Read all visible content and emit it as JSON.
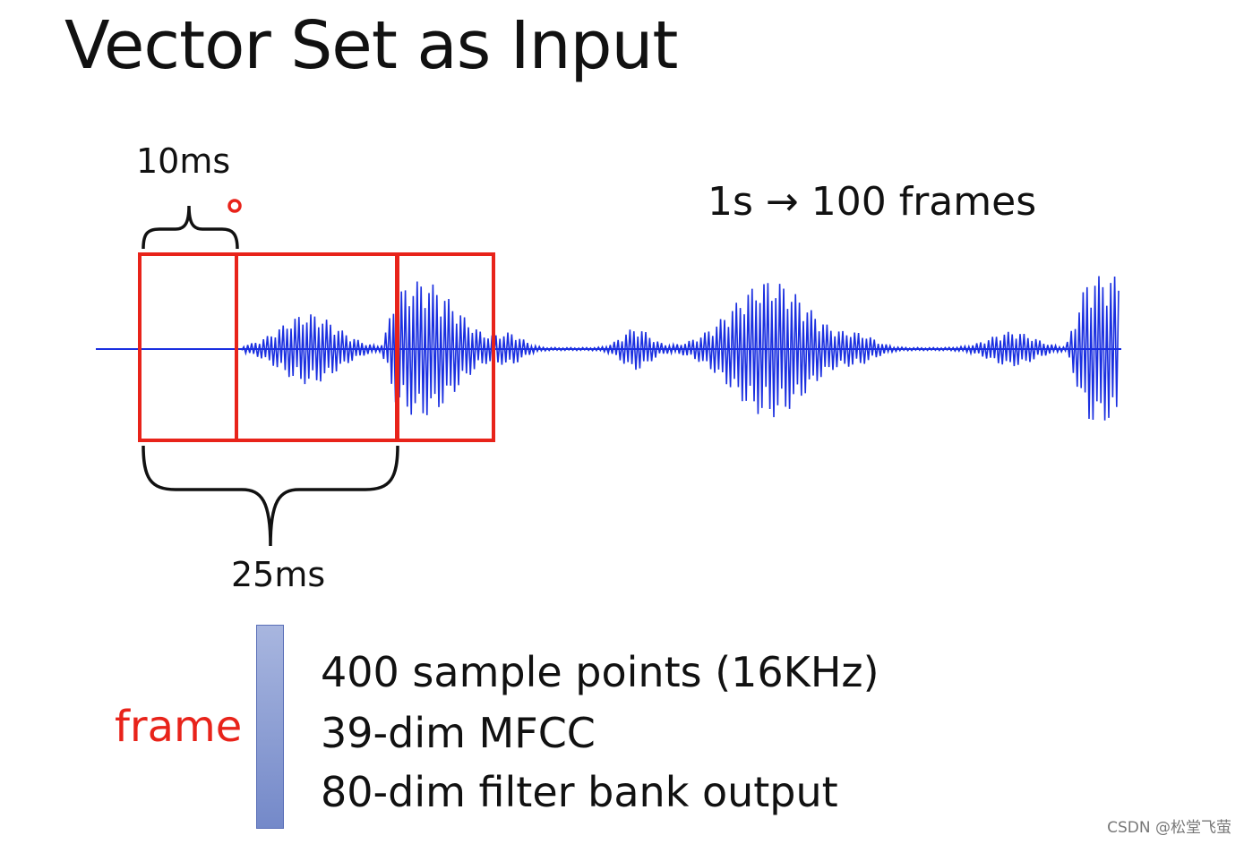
{
  "slide": {
    "title": "Vector Set as Input",
    "shift_label": "10ms",
    "window_label": "25ms",
    "rate_label": "1s → 100 frames",
    "frame_label": "frame",
    "features": [
      "400 sample points (16KHz)",
      "39-dim MFCC",
      "80-dim filter bank output"
    ],
    "watermark": "CSDN @松堂飞萤"
  },
  "colors": {
    "waveform": "#1a2fe0",
    "frame_box": "#e8231a",
    "frame_vector": "#8b9cd4",
    "text": "#111111"
  }
}
